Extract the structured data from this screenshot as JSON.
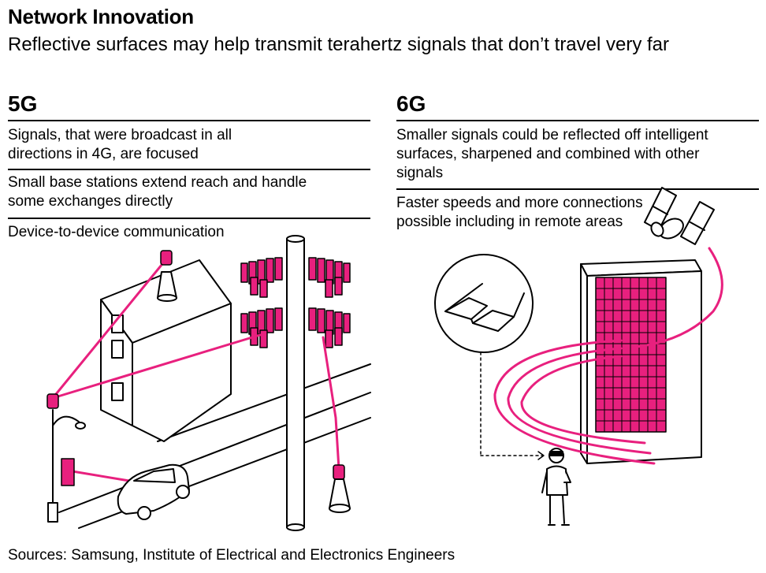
{
  "title": "Network Innovation",
  "subtitle": "Reflective surfaces may help transmit terahertz signals that don’t travel very far",
  "left": {
    "heading": "5G",
    "notes": [
      "Signals, that were broadcast in all directions in 4G, are focused",
      "Small base stations extend reach and handle some exchanges directly",
      "Device-to-device communication"
    ]
  },
  "right": {
    "heading": "6G",
    "notes": [
      "Smaller signals could be reflected off intelligent surfaces, sharpened and combined with other signals",
      "Faster speeds and more connections possible including in remote areas"
    ]
  },
  "source": "Sources: Samsung, Institute of Electrical and Electronics Engineers",
  "colors": {
    "accent": "#e8207e",
    "ink": "#000000"
  },
  "icons": [
    "building-icon",
    "pole-icon",
    "antenna-array-icon",
    "small-cell-icon",
    "car-icon",
    "street-lamp-icon",
    "satellite-icon",
    "smart-glasses-icon",
    "person-icon",
    "intelligent-surface-icon"
  ]
}
